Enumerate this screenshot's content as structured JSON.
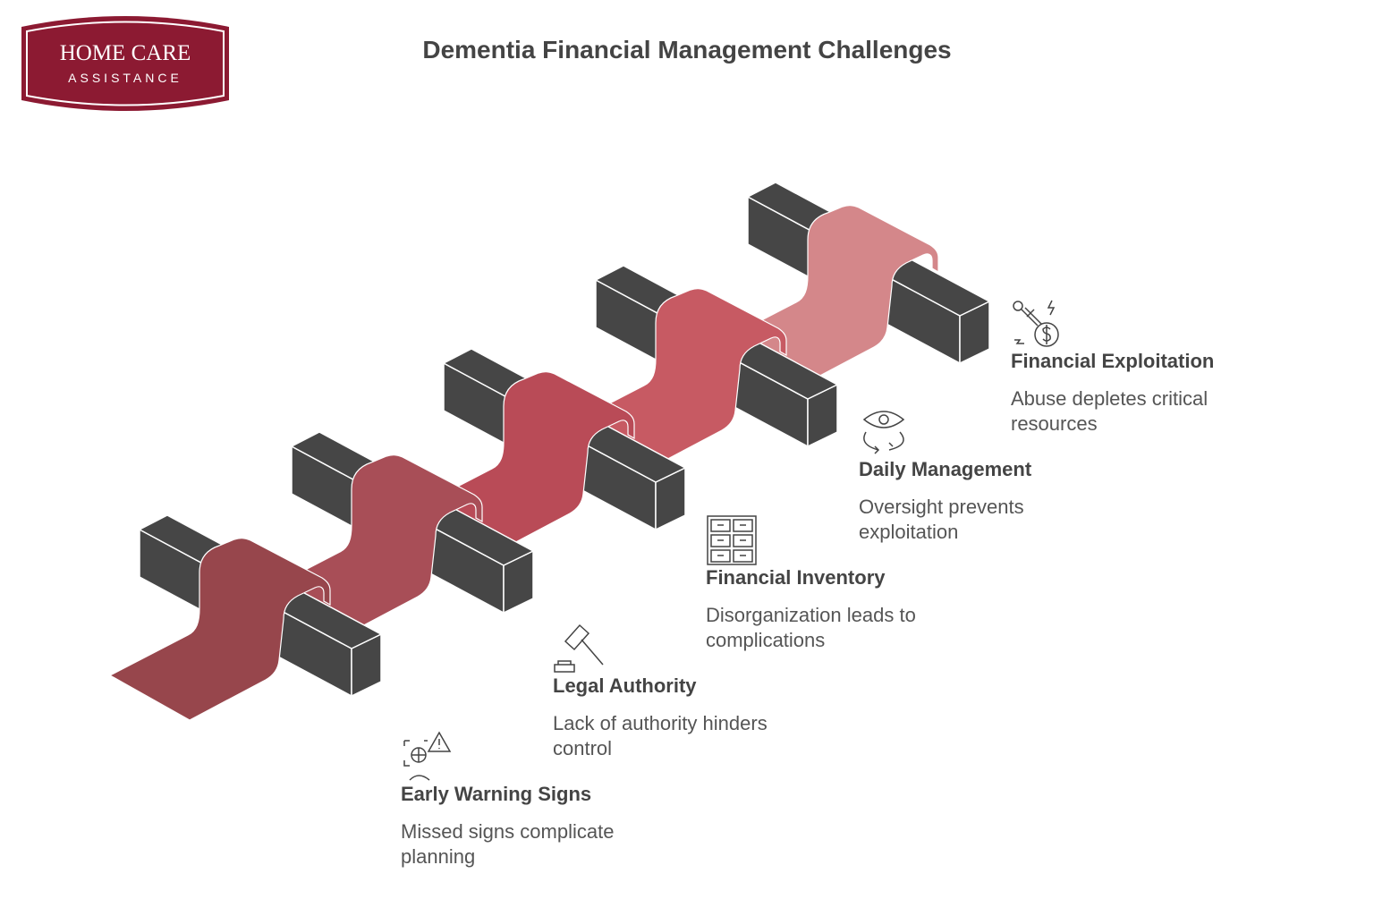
{
  "logo": {
    "line1": "HOME CARE",
    "line2": "ASSISTANCE",
    "color": "#8C1A32"
  },
  "title": "Dementia Financial Management Challenges",
  "colors": {
    "block": "#464646",
    "arrow": "#D4878A"
  },
  "steps": [
    {
      "heading": "Early Warning Signs",
      "description": "Missed signs complicate planning",
      "icon": "warning-sign-icon",
      "color": "#97464C"
    },
    {
      "heading": "Legal Authority",
      "description": "Lack of authority hinders control",
      "icon": "gavel-icon",
      "color": "#A84E57"
    },
    {
      "heading": "Financial Inventory",
      "description": "Disorganization leads to complications",
      "icon": "filing-cabinet-icon",
      "color": "#B94B57"
    },
    {
      "heading": "Daily Management",
      "description": "Oversight prevents exploitation",
      "icon": "eye-cycle-icon",
      "color": "#C75A63"
    },
    {
      "heading": "Financial Exploitation",
      "description": "Abuse depletes critical resources",
      "icon": "money-theft-icon",
      "color": "#D4878A"
    }
  ]
}
